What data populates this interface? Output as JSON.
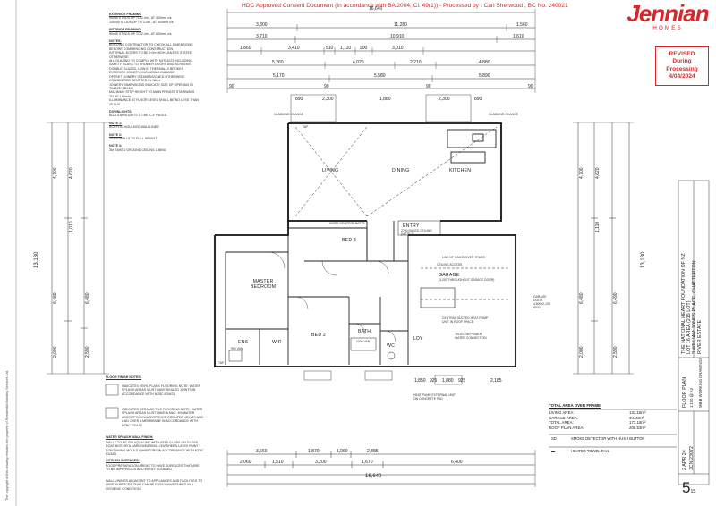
{
  "header": {
    "approval_stamp": "HDC Approved Consent Document (In accordance with BA 2004, Cl. 49(1)) - Processed by : Carl Sherwood , BC No. 240021",
    "brand_name": "Jennian",
    "brand_sub": "HOMES",
    "revised_stamp": [
      "REVISED",
      "During",
      "Processing",
      "4/04/2024"
    ]
  },
  "notes": [
    {
      "heading": "EXTERIOR FRAMING",
      "lines": [
        "90x45 STUDS UP TO 2.4m - AT 400mm c/s",
        "140x45 STUDS UP TO 3.0m - AT 600mm c/s"
      ]
    },
    {
      "heading": "INTERIOR FRAMING",
      "lines": [
        "90x45 STUDS UP TO 2.4m - AT 600mm c/s"
      ]
    },
    {
      "heading": "NOTES:",
      "lines": [
        "BUILDING CONTRACTOR TO CHECK ALL DIMENSIONS BEFORE COMMENCING CONSTRUCTION",
        "INTERNAL DOORS TO BE 2.0m HIGH UNLESS STATED OTHERWISE",
        "ALL GLAZING TO COMPLY WITH NZS 4223 INCLUDING SAFETY GLASS TO SHOWER DOORS AND SCREENS",
        "DOUBLE GLAZED, LOW-E, THERMALLY BROKEN EXTERIOR JOINERY, INCLUDING GARAGE",
        "OFFSET JOINERY IS DIMENSIONED OTHERWISE CONSIDERED CENTRED IN WALL",
        "JOINERY DIMENSIONS INDICATE SIZE OF OPENING IN TIMBER FRAME",
        "MAXIMUM STEP HEIGHT TO MAIN PRIVATE STAIRWAYS TO BE 190mm",
        "ILLUMINANCE AT FLOOR LEVEL SHALL BE NO LESS THAN 20 LUX"
      ]
    },
    {
      "heading": "DOWNLIGHTS:",
      "lines": [
        "ALL DOWNLIGHTS TO BE IC-F RATED"
      ]
    },
    {
      "heading": "NOTE 1:",
      "lines": [
        "ACRYLIC MOULDED WALLLINER"
      ]
    },
    {
      "heading": "NOTE 2:",
      "lines": [
        "TILED WALLS TO FULL HEIGHT"
      ]
    },
    {
      "heading": "NOTE 3:",
      "lines": [
        "3M RAKED GROUND CEILING LINING"
      ]
    }
  ],
  "floor_finish": {
    "heading": "FLOOR FINISH NOTES:",
    "items": [
      "INDICATES VINYL PLANK FLOORING NOTE: WATER SPLASH AREAS MUST HAVE SEALED JOINTS IN ACCORDANCE WITH NZBC E3/AS1",
      "INDICATES CERAMIC TILE FLOORING NOTE: WATER SPLASH AREAS MUST HAVE A MAX. 6% WATER ABSORPTION WATERPROOF GROUTED JOINTS AND LAID OVER A MEMBRANE IN ACCORDANCE WITH NZBC E3/AS1"
    ],
    "splash_heading": "WATER SPLASH WALL FINISH:",
    "splash_text": "WALLS TO BE GIB AQUALINE WITH SEMI-GLOSS OR GLOSS COATINGS OR A HARD-WEARING LOW-SHEEN LATEX PAINT CONTAINING MOULD INHIBITORS IN ACCORDANCE WITH NZBC E3/AS1",
    "kitchen_heading": "KITCHEN SURFACES:",
    "kitchen_text": "FOOD PREPARATION AREAS TO HAVE SURFACES THAT ARE TO BE IMPERVIOUS AND EASILY CLEANED",
    "wall_text": "WALL LININGS ADJACENT TO APPLIANCES AND FACILITIES TO HAVE SURFACES THAT CAN BE EASILY MAINTAINED IN A HYGIENIC CONDITION"
  },
  "dims": {
    "overall_top": "16,640",
    "overall_bottom": "16,640",
    "overall_left": "13,180",
    "overall_right": "13,180",
    "top_row1": [
      "3,800",
      "11,280",
      "1,560"
    ],
    "top_row2": [
      "3,710",
      "10,910",
      "1,610"
    ],
    "top_row3": [
      "1,860",
      "3,410",
      "510",
      "1,110",
      "900",
      "3,010"
    ],
    "top_row4": [
      "5,260",
      "4,020",
      "2,210",
      "4,880"
    ],
    "top_row5": [
      "5,170",
      "5,580",
      "5,890"
    ],
    "top_edge": [
      "90",
      "90",
      "90",
      "90"
    ],
    "deck_row": [
      "890",
      "2,300",
      "1,880",
      "2,300",
      "890"
    ],
    "bottom_row1": [
      "3,660",
      "1,870",
      "1,060",
      "2,885"
    ],
    "bottom_row2": [
      "2,060",
      "1,510",
      "3,200",
      "1,670",
      "6,400"
    ],
    "bottom_mid": [
      "1,850",
      "925",
      "1,880",
      "925",
      "2,185"
    ],
    "left_outer": [
      "4,700",
      "6,480",
      "2,000"
    ],
    "left_inner": [
      "4,620",
      "1,010",
      "6,480",
      "2,590"
    ],
    "right_outer": [
      "4,700",
      "6,480",
      "2,000"
    ],
    "right_inner": [
      "4,620",
      "1,110",
      "6,490",
      "2,590"
    ]
  },
  "rooms": {
    "living": "LIVING",
    "dining": "DINING",
    "kitchen": "KITCHEN",
    "bed3": "BED 3",
    "entry": "ENTRY",
    "master": "MASTER BEDROOM",
    "bed2": "BED 2",
    "garage": "GARAGE",
    "ens": "ENS",
    "wir": "WIR",
    "bath": "BATH",
    "wc": "WC",
    "ldy": "LDY"
  },
  "labels": {
    "garage_note": "(3,200 THROUGHOUT GARAGE DOOR)",
    "cantilever": "LINE OF CANTILEVER TRUSS",
    "ceiling_access": "CEILING ACCESS",
    "heat_pump": "CENTRAL DUCTED HEAT PUMP UNIT IN ROOF SPACE",
    "telecom": "TELECOM POWER WATER CONNECTION",
    "heat_pump_ext": "HEAT PUMP EXTERNAL UNIT ON CONCRETE PAD",
    "noise_control": "NOISE CONTROL BATTS",
    "entry_note": "2700 RAKED CEILING (NOTE 3)",
    "garage_door": "GARAGE DOOR 4,800x2,100 SKID",
    "cladding": "CLADDING CHANGE",
    "tap": "TAP",
    "bath_note": "1200 VAN",
    "ens_note": "900 VAN"
  },
  "areas": {
    "heading": "TOTAL AREA OVER FRAME",
    "rows": [
      {
        "label": "LIVING AREA:",
        "value": "133.18m²"
      },
      {
        "label": "GARAGE AREA:",
        "value": "40.00m²"
      },
      {
        "label": "TOTAL AREA:",
        "value": "173.18m²"
      },
      {
        "label": "ROOF PLAN AREA:",
        "value": "206.53m²"
      }
    ]
  },
  "symbols": [
    {
      "code": "SD",
      "text": "SMOKE DETECTOR WITH HUSH BUTTON"
    },
    {
      "code": "",
      "text": "HEATED TOWEL RAIL"
    }
  ],
  "title_block": {
    "owner": "THE NATIONAL HEART FOUNDATION OF NZ",
    "lot": "LOT 16 AREA (215 LOT)",
    "address": "3 WILLIAM JONES PLACE, CHATTERTON",
    "city": "RIVER ESTATE",
    "sheet": "FLOOR PLAN",
    "scale": "1:100 @ A3",
    "series": "MB-B WORKING DRAWINGS",
    "date": "2 APR 24",
    "job": "JCN 23072",
    "page": "5",
    "of": "15"
  },
  "copyright": "The copyright of this drawing remains the property of Residential Building Services Ltd."
}
